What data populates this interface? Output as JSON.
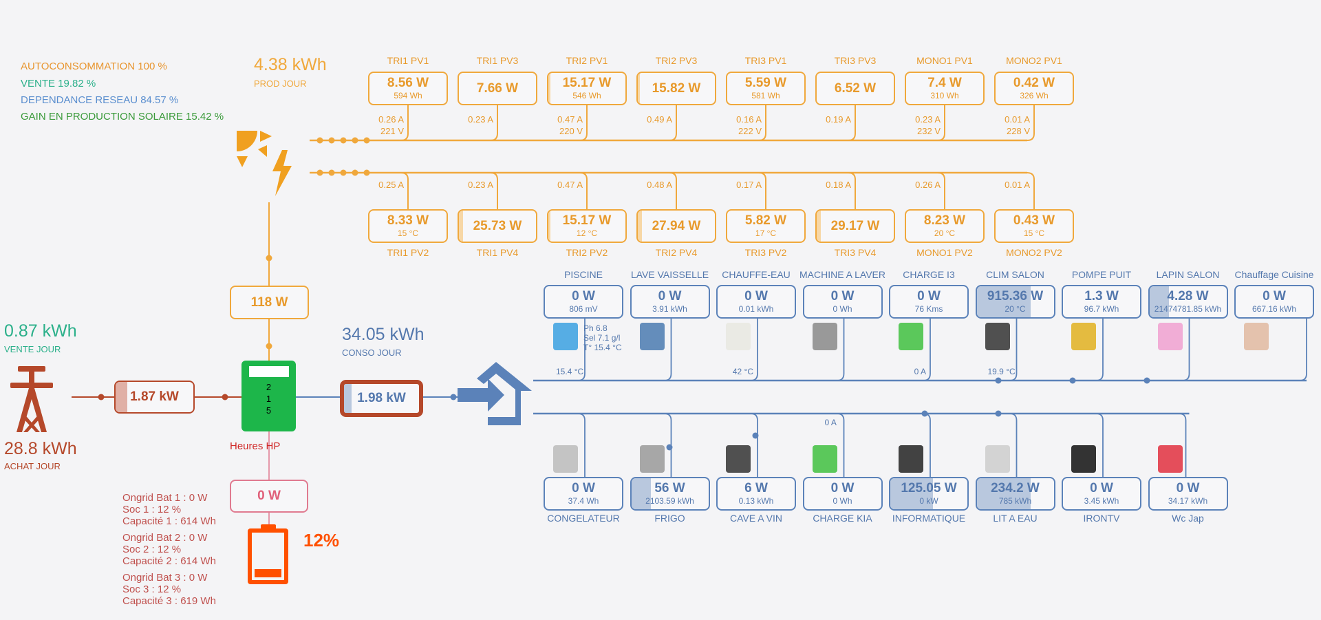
{
  "colors": {
    "solar": "#f0a83c",
    "grid": "#b5482a",
    "home": "#5b82b9",
    "sale": "#2bb08a",
    "gain": "#3a9a3a",
    "battery": "#ff5000",
    "battery_text": "#c0504d",
    "inverter": "#1db64a"
  },
  "stats": {
    "autoconsommation": "AUTOCONSOMMATION 100 %",
    "vente": "VENTE 19.82 %",
    "dependance": "DEPENDANCE RESEAU 84.57 %",
    "gain": "GAIN EN PRODUCTION SOLAIRE 15.42 %"
  },
  "production": {
    "value": "4.38 kWh",
    "label": "PROD JOUR",
    "solar_power": "118 W"
  },
  "grid": {
    "sale_value": "0.87 kWh",
    "sale_label": "VENTE JOUR",
    "buy_value": "28.8 kWh",
    "buy_label": "ACHAT JOUR",
    "power": "1.87 kW",
    "power_fill": 0.15
  },
  "inverter": {
    "digits": [
      "2",
      "1",
      "5"
    ],
    "tariff": "Heures HP"
  },
  "home": {
    "value": "34.05 kWh",
    "label": "CONSO JOUR",
    "power": "1.98 kW",
    "power_fill": 0.1
  },
  "battery": {
    "power": "0 W",
    "soc": "12%",
    "soc_fraction": 0.12,
    "details": [
      [
        "Ongrid Bat 1 : 0 W",
        "Soc 1 : 12 %",
        "Capacité 1 : 614 Wh"
      ],
      [
        "Ongrid Bat 2 : 0 W",
        "Soc 2 : 12 %",
        "Capacité 2 : 614 Wh"
      ],
      [
        "Ongrid Bat 3 : 0 W",
        "Soc 3 : 12 %",
        "Capacité 3 : 619 Wh"
      ]
    ]
  },
  "pv_top": [
    {
      "label": "TRI1 PV1",
      "value": "8.56 W",
      "sub": "594 Wh",
      "meta": [
        "0.26 A",
        "221 V"
      ],
      "fill": 0
    },
    {
      "label": "TRI1 PV3",
      "value": "7.66 W",
      "sub": "",
      "meta": [
        "0.23 A"
      ],
      "fill": 0
    },
    {
      "label": "TRI2 PV1",
      "value": "15.17 W",
      "sub": "546 Wh",
      "meta": [
        "0.47 A",
        "220 V"
      ],
      "fill": 0.03
    },
    {
      "label": "TRI2 PV3",
      "value": "15.82 W",
      "sub": "",
      "meta": [
        "0.49 A"
      ],
      "fill": 0.03
    },
    {
      "label": "TRI3 PV1",
      "value": "5.59 W",
      "sub": "581 Wh",
      "meta": [
        "0.16 A",
        "222 V"
      ],
      "fill": 0
    },
    {
      "label": "TRI3 PV3",
      "value": "6.52 W",
      "sub": "",
      "meta": [
        "0.19 A"
      ],
      "fill": 0
    },
    {
      "label": "MONO1 PV1",
      "value": "7.4 W",
      "sub": "310 Wh",
      "meta": [
        "0.23 A",
        "232 V"
      ],
      "fill": 0
    },
    {
      "label": "MONO2 PV1",
      "value": "0.42 W",
      "sub": "326 Wh",
      "meta": [
        "0.01 A",
        "228 V"
      ],
      "fill": 0
    }
  ],
  "pv_bottom": [
    {
      "label": "TRI1 PV2",
      "value": "8.33 W",
      "sub": "15 °C",
      "meta": [
        "0.25 A"
      ],
      "fill": 0
    },
    {
      "label": "TRI1 PV4",
      "value": "25.73 W",
      "sub": "",
      "meta": [
        "0.23 A"
      ],
      "fill": 0.05
    },
    {
      "label": "TRI2 PV2",
      "value": "15.17 W",
      "sub": "12 °C",
      "meta": [
        "0.47 A"
      ],
      "fill": 0.03
    },
    {
      "label": "TRI2 PV4",
      "value": "27.94 W",
      "sub": "",
      "meta": [
        "0.48 A"
      ],
      "fill": 0.05
    },
    {
      "label": "TRI3 PV2",
      "value": "5.82 W",
      "sub": "17 °C",
      "meta": [
        "0.17 A"
      ],
      "fill": 0
    },
    {
      "label": "TRI3 PV4",
      "value": "29.17 W",
      "sub": "",
      "meta": [
        "0.18 A"
      ],
      "fill": 0.05
    },
    {
      "label": "MONO1 PV2",
      "value": "8.23 W",
      "sub": "20 °C",
      "meta": [
        "0.26 A"
      ],
      "fill": 0
    },
    {
      "label": "MONO2 PV2",
      "value": "0.43 W",
      "sub": "15 °C",
      "meta": [
        "0.01 A"
      ],
      "fill": 0
    }
  ],
  "appliances_top": [
    {
      "label": "PISCINE",
      "value": "0 W",
      "sub": "806 mV",
      "bottom": "15.4 °C",
      "extra": [
        "Ph 6.8",
        "Sel 7.1 g/l",
        "T° 15.4 °C"
      ],
      "icon": "pool-icon",
      "fill": 0
    },
    {
      "label": "LAVE VAISSELLE",
      "value": "0 W",
      "sub": "3.91 kWh",
      "bottom": "",
      "icon": "dishwasher-icon",
      "fill": 0
    },
    {
      "label": "CHAUFFE-EAU",
      "value": "0 W",
      "sub": "0.01 kWh",
      "bottom": "42 °C",
      "icon": "water-heater-icon",
      "fill": 0
    },
    {
      "label": "MACHINE A LAVER",
      "value": "0 W",
      "sub": "0 Wh",
      "bottom": "",
      "icon": "washing-machine-icon",
      "fill": 0
    },
    {
      "label": "CHARGE I3",
      "value": "0 W",
      "sub": "76 Kms",
      "bottom": "0 A",
      "icon": "ev-charger-icon",
      "fill": 0
    },
    {
      "label": "CLIM SALON",
      "value": "915.36 W",
      "sub": "20 °C",
      "bottom": "19.9 °C",
      "icon": "air-conditioner-icon",
      "fill": 0.7
    },
    {
      "label": "POMPE PUIT",
      "value": "1.3 W",
      "sub": "96.7 kWh",
      "bottom": "",
      "icon": "pump-icon",
      "fill": 0
    },
    {
      "label": "LAPIN SALON",
      "value": "4.28 W",
      "sub": "21474781.85 kWh",
      "bottom": "",
      "icon": "rabbit-lamp-icon",
      "fill": 0.25
    },
    {
      "label": "Chauffage Cuisine",
      "value": "0 W",
      "sub": "667.16 kWh",
      "bottom": "",
      "icon": "floor-heating-icon",
      "fill": 0
    }
  ],
  "appliances_bottom": [
    {
      "label": "CONGELATEUR",
      "value": "0 W",
      "sub": "37.4 Wh",
      "top": "",
      "icon": "freezer-icon",
      "fill": 0
    },
    {
      "label": "FRIGO",
      "value": "56 W",
      "sub": "2103.59 kWh",
      "top": "",
      "icon": "fridge-icon",
      "fill": 0.25
    },
    {
      "label": "CAVE A VIN",
      "value": "6 W",
      "sub": "0.13 kWh",
      "top": "",
      "icon": "wine-cellar-icon",
      "fill": 0
    },
    {
      "label": "CHARGE KIA",
      "value": "0 W",
      "sub": "0 Wh",
      "top": "0 A",
      "icon": "ev-charger-icon",
      "fill": 0
    },
    {
      "label": "INFORMATIQUE",
      "value": "125.05 W",
      "sub": "0 kW",
      "top": "",
      "icon": "computer-icon",
      "fill": 0.55
    },
    {
      "label": "LIT A EAU",
      "value": "234.2 W",
      "sub": "785 kWh",
      "top": "",
      "icon": "waterbed-icon",
      "fill": 0.7
    },
    {
      "label": "IRONTV",
      "value": "0 W",
      "sub": "3.45 kWh",
      "top": "",
      "icon": "tv-box-icon",
      "fill": 0
    },
    {
      "label": "Wc Jap",
      "value": "0 W",
      "sub": "34.17 kWh",
      "top": "",
      "icon": "toilet-icon",
      "fill": 0
    }
  ]
}
